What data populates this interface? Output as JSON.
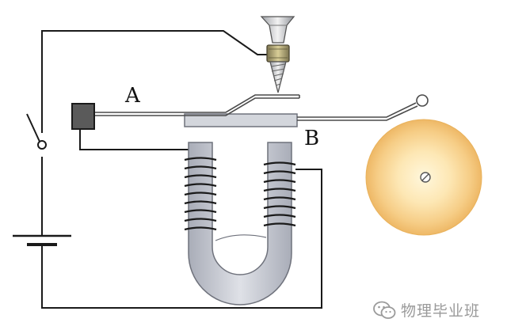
{
  "diagram": {
    "labels": {
      "a": "A",
      "b": "B"
    },
    "colors": {
      "wire": "#1a1a1a",
      "core_fill": "#c9ccd6",
      "core_stroke": "#6f727c",
      "coil": "#1a1a1a",
      "bell_outer": "#f1c57a",
      "bell_inner": "#fff6d8",
      "armature": "#cdd0d6",
      "terminal": "#5a5a5a",
      "brass": "#b3a46b"
    }
  },
  "watermark": {
    "text": "物理毕业班",
    "icon": "wechat-icon"
  }
}
